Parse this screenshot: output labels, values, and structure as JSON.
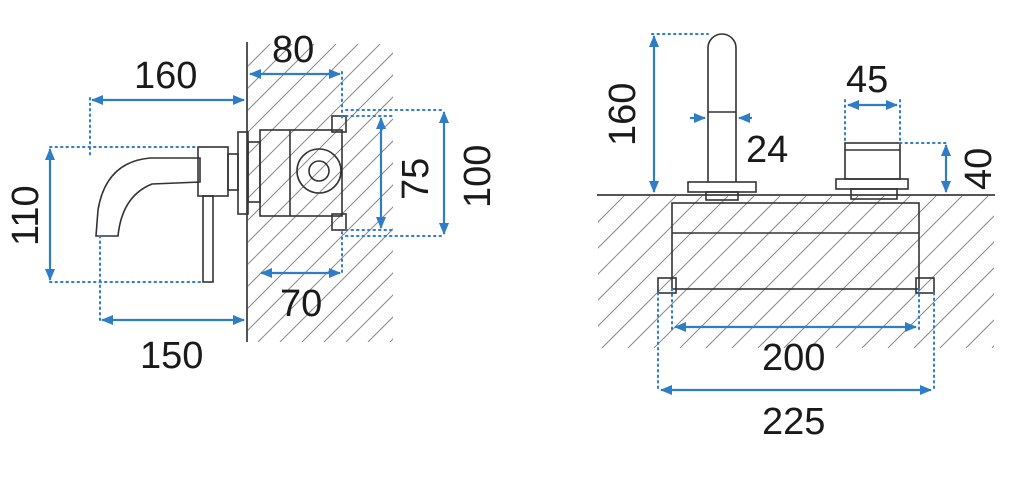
{
  "colors": {
    "dimension": "#2f7dc6",
    "outline": "#333333",
    "hatch": "#8a8a8a"
  },
  "side_view": {
    "depth_80": "80",
    "spout_160": "160",
    "height_110": "110",
    "mixer_75": "75",
    "plate_100": "100",
    "body_70": "70",
    "spout_150": "150"
  },
  "top_view": {
    "spout_height_160": "160",
    "handle_45": "45",
    "spout_24": "24",
    "handle_40": "40",
    "body_200": "200",
    "plate_225": "225"
  }
}
